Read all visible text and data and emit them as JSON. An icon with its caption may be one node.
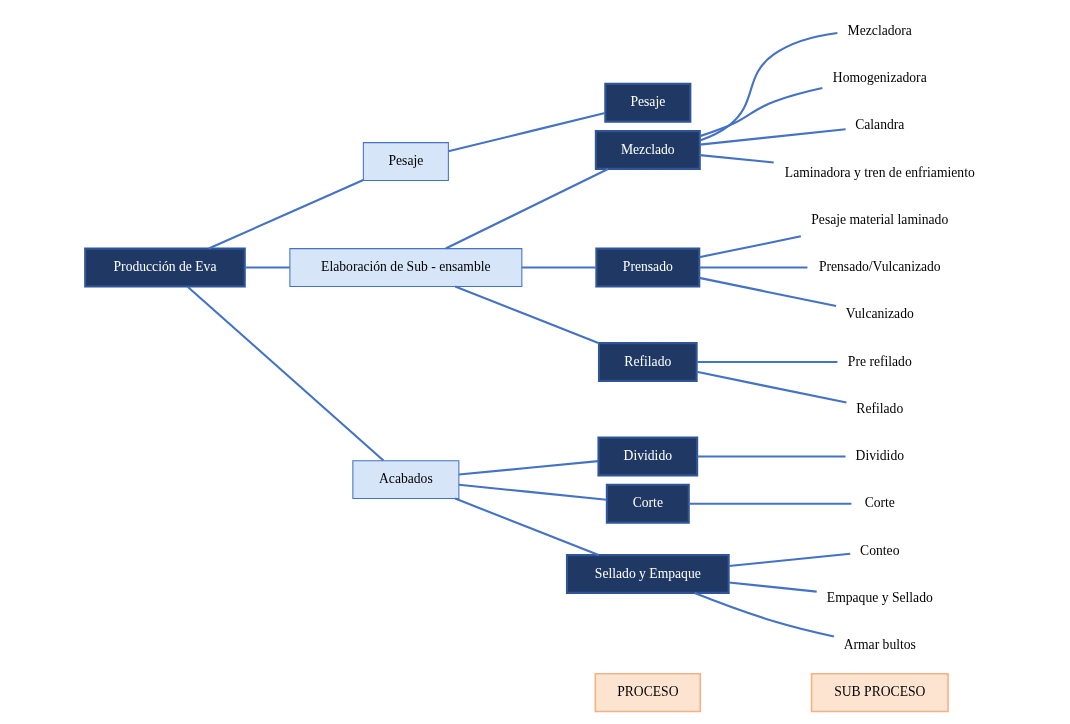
{
  "diagram": {
    "nodes": [
      {
        "text": [
          "PROCESO"
        ]
      },
      {
        "text": [
          "SUB PROCESO"
        ]
      },
      {
        "text": [
          "Producción de Eva"
        ]
      },
      {
        "text": [
          "Pesaje"
        ]
      },
      {
        "text": [
          "Pesaje"
        ]
      },
      {
        "text": [
          "Elaboración de Sub - ensamble"
        ]
      },
      {
        "text": [
          "Mezclado"
        ]
      },
      {
        "text": [
          "Mezcladora"
        ]
      },
      {
        "text": [
          "Homogenizadora"
        ]
      },
      {
        "text": [
          "Calandra"
        ]
      },
      {
        "text": [
          "Laminadora y tren de enfriamiento"
        ]
      },
      {
        "text": [
          "Prensado"
        ]
      },
      {
        "text": [
          "Pesaje material laminado"
        ]
      },
      {
        "text": [
          "Prensado/Vulcanizado"
        ]
      },
      {
        "text": [
          "Vulcanizado"
        ]
      },
      {
        "text": [
          "Refilado"
        ]
      },
      {
        "text": [
          "Pre refilado"
        ]
      },
      {
        "text": [
          "Refilado"
        ]
      },
      {
        "text": [
          "Acabados"
        ]
      },
      {
        "text": [
          "Dividido"
        ]
      },
      {
        "text": [
          "Dividido"
        ]
      },
      {
        "text": [
          "Corte"
        ]
      },
      {
        "text": [
          "Corte"
        ]
      },
      {
        "text": [
          "Sellado y Empaque"
        ]
      },
      {
        "text": [
          "Conteo"
        ]
      },
      {
        "text": [
          "Empaque y Sellado"
        ]
      },
      {
        "text": [
          "Armar bultos"
        ]
      }
    ],
    "edges": [
      {
        "from": 2,
        "to": 3,
        "arrow": "none"
      },
      {
        "from": 2,
        "to": 5,
        "arrow": "none"
      },
      {
        "from": 2,
        "to": 18,
        "arrow": "none"
      },
      {
        "from": 3,
        "to": 4,
        "arrow": "none"
      },
      {
        "from": 5,
        "to": 6,
        "arrow": "none"
      },
      {
        "from": 5,
        "to": 11,
        "arrow": "none"
      },
      {
        "from": 5,
        "to": 15,
        "arrow": "none"
      },
      {
        "from": 6,
        "to": 7,
        "arrow": "none"
      },
      {
        "from": 6,
        "to": 8,
        "arrow": "none"
      },
      {
        "from": 6,
        "to": 9,
        "arrow": "none"
      },
      {
        "from": 6,
        "to": 10,
        "arrow": "none"
      },
      {
        "from": 11,
        "to": 12,
        "arrow": "none"
      },
      {
        "from": 11,
        "to": 13,
        "arrow": "none"
      },
      {
        "from": 11,
        "to": 14,
        "arrow": "none"
      },
      {
        "from": 15,
        "to": 16,
        "arrow": "none"
      },
      {
        "from": 15,
        "to": 17,
        "arrow": "none"
      },
      {
        "from": 18,
        "to": 19,
        "arrow": "none"
      },
      {
        "from": 18,
        "to": 21,
        "arrow": "none"
      },
      {
        "from": 18,
        "to": 23,
        "arrow": "none"
      },
      {
        "from": 19,
        "to": 20,
        "arrow": "none"
      },
      {
        "from": 21,
        "to": 22,
        "arrow": "none"
      },
      {
        "from": 23,
        "to": 24,
        "arrow": "none"
      },
      {
        "from": 23,
        "to": 25,
        "arrow": "none"
      },
      {
        "from": 23,
        "to": 26,
        "arrow": "none"
      }
    ]
  }
}
